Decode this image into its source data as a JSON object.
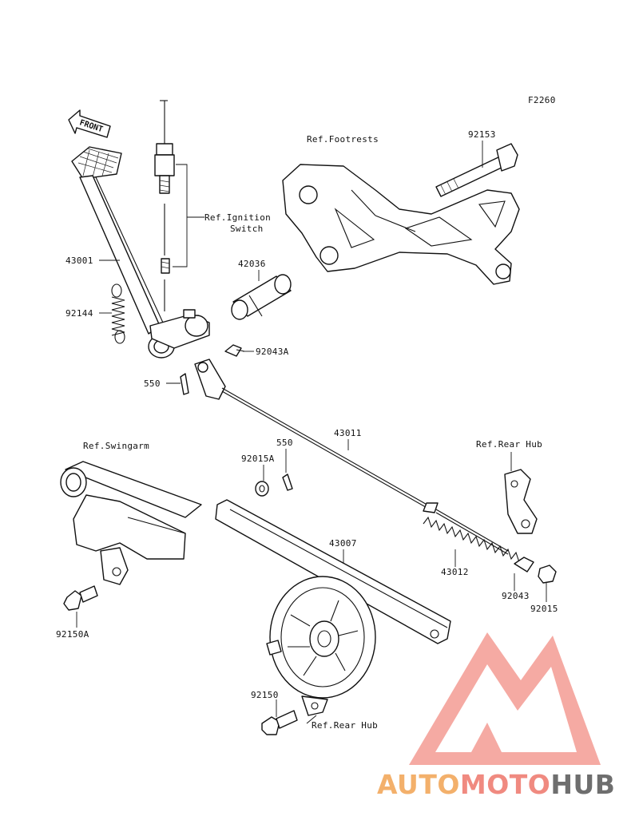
{
  "diagram": {
    "figure_code": "F2260",
    "front_marker": "FRONT",
    "references": {
      "footrests": "Ref.Footrests",
      "ignition_switch_line1": "Ref.Ignition",
      "ignition_switch_line2": "Switch",
      "swingarm": "Ref.Swingarm",
      "rear_hub_right": "Ref.Rear Hub",
      "rear_hub_bottom": "Ref.Rear Hub"
    },
    "part_numbers": {
      "p43001": "43001",
      "p92144": "92144",
      "p42036": "42036",
      "p92153": "92153",
      "p92043A": "92043A",
      "p550_upper": "550",
      "p550_lower": "550",
      "p43011": "43011",
      "p92015A": "92015A",
      "p43007": "43007",
      "p43012": "43012",
      "p92043": "92043",
      "p92015": "92015",
      "p92150A": "92150A",
      "p92150": "92150"
    }
  },
  "watermark": {
    "part1": "AUTO",
    "part2": "MOTO",
    "part3": "HUB",
    "colors": {
      "auto": "#f3b06b",
      "moto": "#f08a80",
      "hub": "#6e6e6e",
      "triangle": "#f4a19a"
    }
  }
}
